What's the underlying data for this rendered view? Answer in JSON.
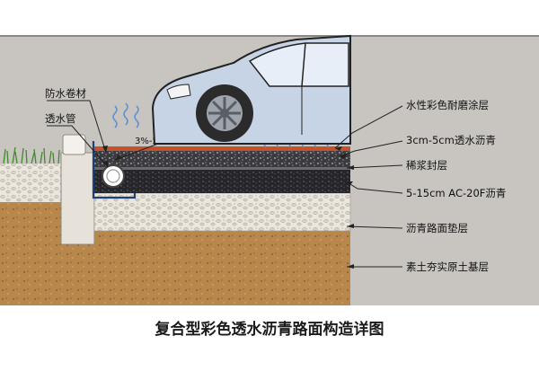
{
  "diagram": {
    "left_labels": {
      "membrane": "防水卷材",
      "pipe": "透水管"
    },
    "slope": "3%-5%",
    "layers": [
      "水性彩色耐磨涂层",
      "3cm-5cm透水沥青",
      "稀浆封层",
      "5-15cm AC-20F沥青",
      "沥青路面垫层",
      "素土夯实原土基层"
    ]
  },
  "caption": "复合型彩色透水沥青路面构造详图",
  "colors": {
    "background": "#c8c5c0",
    "soil": "#b8874c",
    "gravel": "#e8e4dc",
    "asphalt": "#2e2e32",
    "coating": "#c4532c",
    "car_body": "#c6d4e6"
  }
}
